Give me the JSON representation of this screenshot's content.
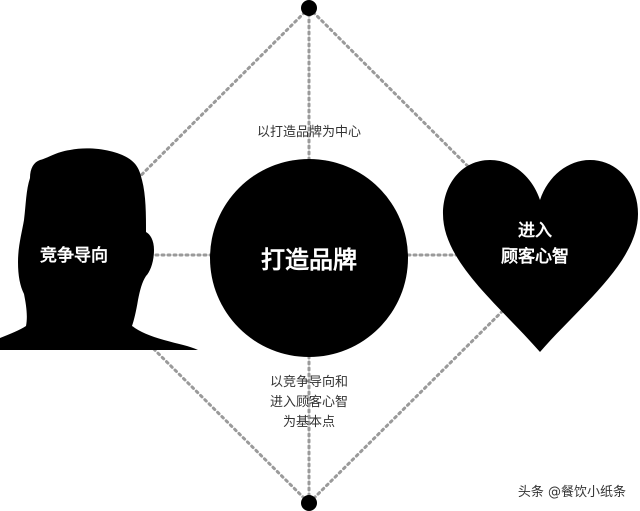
{
  "diagram": {
    "title": "以打造品牌为中心",
    "nodes": {
      "left": {
        "shape": "human-head-silhouette",
        "label": "竞争导向"
      },
      "center": {
        "shape": "circle",
        "label": "打造品牌"
      },
      "right": {
        "shape": "heart",
        "label_lines": [
          "进入",
          "顾客心智"
        ]
      },
      "top": {
        "shape": "dot"
      },
      "bottom": {
        "shape": "dot"
      }
    },
    "captions": {
      "top": "以打造品牌为中心",
      "bottom_lines": [
        "以竞争导向和",
        "进入顾客心智",
        "为基本点"
      ]
    },
    "connectors": {
      "style": "dotted",
      "color": "#9a9a9a"
    },
    "colors": {
      "shape_fill": "#000000",
      "shape_text": "#ffffff",
      "caption_text": "#333333",
      "background": "#ffffff"
    }
  },
  "watermark": "头条 @餐饮小纸条"
}
